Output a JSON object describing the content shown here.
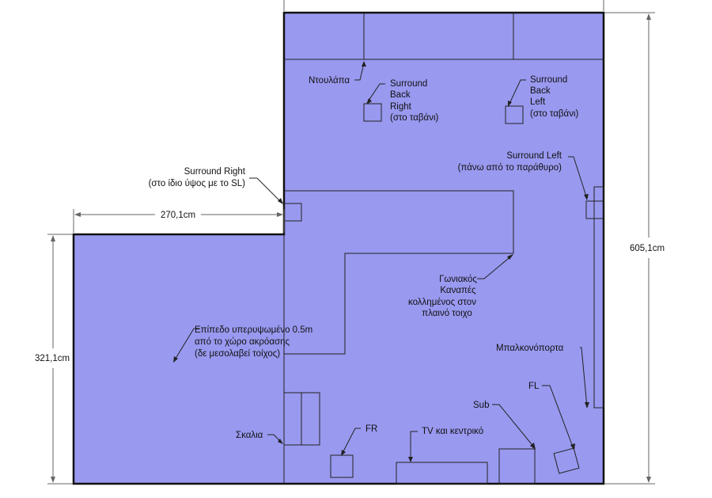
{
  "colors": {
    "floor": "#9999f0",
    "wall": "#111111",
    "line": "#222222",
    "dim": "#666666"
  },
  "dimensions": {
    "top_width": "270,1cm",
    "total_height": "605,1cm",
    "lower_height": "321,1cm"
  },
  "labels": {
    "wardrobe": "Ντουλάπα",
    "surround_back_right": [
      "Surround",
      "Back",
      "Right",
      "(στο ταβάνι)"
    ],
    "surround_back_left": [
      "Surround",
      "Back",
      "Left",
      "(στο ταβάνι)"
    ],
    "surround_right": [
      "Surround Right",
      "(στο ίδιο ύψος με το SL)"
    ],
    "surround_left": [
      "Surround Left",
      "(πάνω από το παράθυρο)"
    ],
    "sofa": [
      "Γωνιακός",
      "Καναπές",
      "κολλημένος στον",
      "πλαινό τοιχο"
    ],
    "raised_floor": [
      "Επίπεδο υπερυψωμένο 0.5m",
      "από το χώρο ακρόασης",
      "(δε μεσολαβεί τοίχος)"
    ],
    "balcony_door": "Μπαλκονόπορτα",
    "fl": "FL",
    "sub": "Sub",
    "fr": "FR",
    "tv_center": "TV και κεντρικό",
    "stairs": "Σκαλια"
  }
}
